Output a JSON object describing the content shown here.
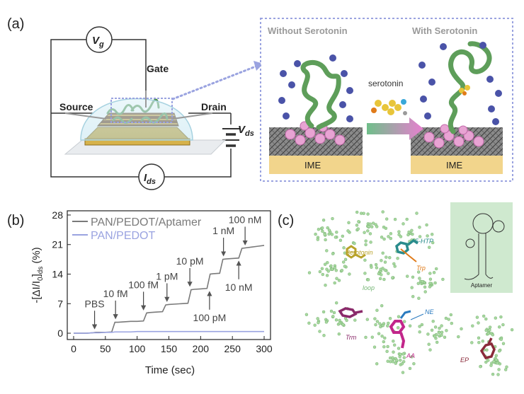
{
  "panel_a": {
    "letter": "(a)",
    "device": {
      "vg": "V",
      "vg_sub": "g",
      "gate": "Gate",
      "source": "Source",
      "drain": "Drain",
      "vds": "V",
      "vds_sub": "ds",
      "ids": "I",
      "ids_sub": "ds"
    },
    "inset": {
      "left_title": "Without Serotonin",
      "right_title": "With Serotonin",
      "molecule_label": "serotonin",
      "electrode_left": "IME",
      "electrode_right": "IME"
    },
    "colors": {
      "dashed_box": "#9aa3e0",
      "electrode": "#f2d58c",
      "aptamer": "#5e9e5a",
      "arrow_start": "#6fbf8a",
      "arrow_end": "#e87fd0"
    }
  },
  "panel_b": {
    "letter": "(b)",
    "ylabel": "-[ΔI/I",
    "ylabel_sub": "0",
    "ylabel_tail": "]",
    "ylabel_sub2": "ds",
    "ylabel_unit": "(%)",
    "xlabel": "Time (sec)",
    "legend": [
      "PAN/PEDOT/Aptamer",
      "PAN/PEDOT"
    ],
    "annotations": [
      "PBS",
      "10 fM",
      "100 fM",
      "1 pM",
      "10 pM",
      "100 pM",
      "1 nM",
      "10 nM",
      "100 nM"
    ]
  },
  "panel_c": {
    "letter": "(c)",
    "labels": [
      "Serotonin",
      "5-HTP",
      "Trp",
      "loop",
      "NE",
      "Trm",
      "AA",
      "EP"
    ],
    "aptamer_label": "Aptamer",
    "colors": {
      "serotonin": "#b8a22a",
      "htp": "#2a8c8c",
      "trp": "#e07b1a",
      "loop": "#7ab87a",
      "ne": "#2a7abf",
      "trm": "#8a2a6a",
      "aa": "#c2268a",
      "ep": "#8a2a3a",
      "inset_bg": "#cfe9cf"
    }
  },
  "chart_data": {
    "type": "line",
    "x": [
      0,
      10,
      20,
      30,
      35,
      40,
      50,
      60,
      65,
      70,
      80,
      90,
      100,
      110,
      115,
      120,
      130,
      140,
      145,
      150,
      160,
      170,
      180,
      185,
      190,
      200,
      210,
      215,
      220,
      230,
      235,
      240,
      250,
      260,
      265,
      270,
      280,
      290,
      300
    ],
    "series": [
      {
        "name": "PAN/PEDOT/Aptamer",
        "color": "#7a7a7a",
        "values": [
          0,
          0,
          0,
          0.1,
          0.2,
          0.2,
          0.2,
          0.3,
          2.6,
          2.6,
          2.7,
          2.8,
          2.8,
          2.9,
          4.8,
          4.9,
          5.0,
          5.1,
          6.7,
          6.8,
          6.9,
          7.0,
          7.1,
          10.3,
          10.4,
          10.5,
          10.6,
          14.0,
          14.1,
          14.2,
          17.5,
          17.6,
          17.7,
          17.8,
          20.1,
          20.2,
          20.4,
          20.6,
          20.8
        ]
      },
      {
        "name": "PAN/PEDOT",
        "color": "#9aa3e0",
        "values": [
          0,
          0,
          0,
          0.1,
          0.1,
          0.1,
          0.2,
          0.2,
          0.3,
          0.3,
          0.3,
          0.3,
          0.4,
          0.4,
          0.4,
          0.4,
          0.4,
          0.4,
          0.4,
          0.4,
          0.4,
          0.4,
          0.4,
          0.4,
          0.4,
          0.4,
          0.4,
          0.4,
          0.4,
          0.4,
          0.4,
          0.4,
          0.4,
          0.4,
          0.4,
          0.4,
          0.4,
          0.4,
          0.4
        ]
      }
    ],
    "xticks": [
      0,
      50,
      100,
      150,
      200,
      250,
      300
    ],
    "yticks": [
      0,
      7,
      14,
      21,
      28
    ],
    "xlim": [
      -10,
      310
    ],
    "ylim": [
      -1.5,
      29
    ],
    "annotations": [
      {
        "text": "PBS",
        "x": 33,
        "y": 0.3,
        "side": "above"
      },
      {
        "text": "10 fM",
        "x": 66,
        "y": 2.7,
        "side": "above"
      },
      {
        "text": "100 fM",
        "x": 110,
        "y": 4.8,
        "side": "above"
      },
      {
        "text": "1 pM",
        "x": 147,
        "y": 6.8,
        "side": "above"
      },
      {
        "text": "10 pM",
        "x": 183,
        "y": 10.4,
        "side": "above"
      },
      {
        "text": "100 pM",
        "x": 214,
        "y": 10.6,
        "side": "below"
      },
      {
        "text": "1 nM",
        "x": 236,
        "y": 17.6,
        "side": "above"
      },
      {
        "text": "10 nM",
        "x": 260,
        "y": 17.8,
        "side": "below"
      },
      {
        "text": "100 nM",
        "x": 270,
        "y": 20.2,
        "side": "above"
      }
    ]
  }
}
